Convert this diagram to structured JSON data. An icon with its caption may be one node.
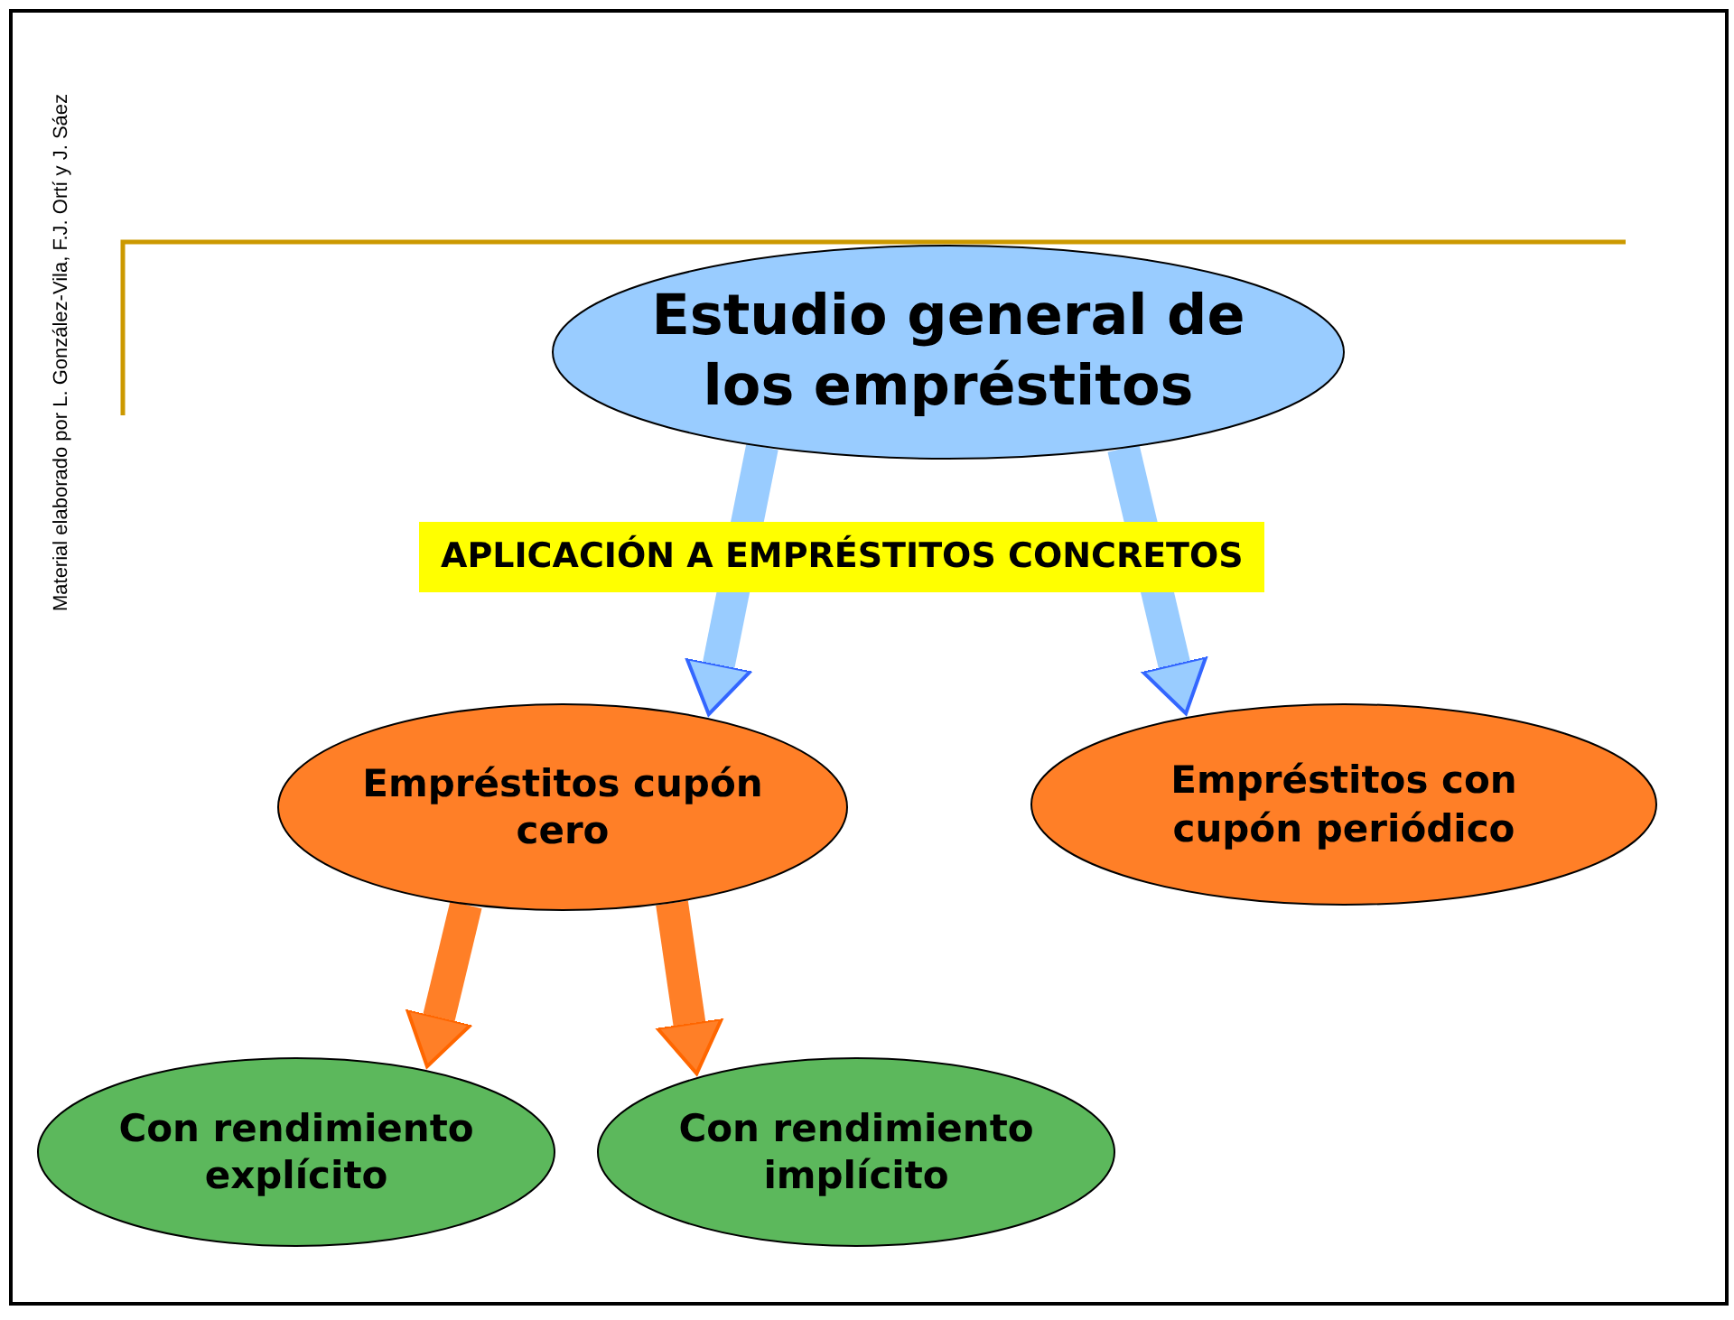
{
  "diagram": {
    "nodes": [
      {
        "text": [
          "Estudio general de los empréstitos"
        ]
      },
      {
        "text": [
          "Empréstitos cupón cero"
        ]
      },
      {
        "text": [
          "Empréstitos con cupón periódico"
        ]
      },
      {
        "text": [
          "Con rendimiento explícito"
        ]
      },
      {
        "text": [
          "Con rendimiento implícito"
        ]
      }
    ],
    "edges": [
      {
        "from": 0,
        "to": 1,
        "arrow": "to",
        "color": "#99ccff"
      },
      {
        "from": 0,
        "to": 2,
        "arrow": "to",
        "color": "#99ccff"
      },
      {
        "from": 1,
        "to": 3,
        "arrow": "to",
        "color": "#ff7f27"
      },
      {
        "from": 1,
        "to": 4,
        "arrow": "to",
        "color": "#ff7f27"
      }
    ],
    "labels": [
      "Material elaborado por L. González-Vila, F.J. Ortí y J. Sáez",
      "APLICACIÓN A EMPRÉSTITOS CONCRETOS"
    ]
  }
}
